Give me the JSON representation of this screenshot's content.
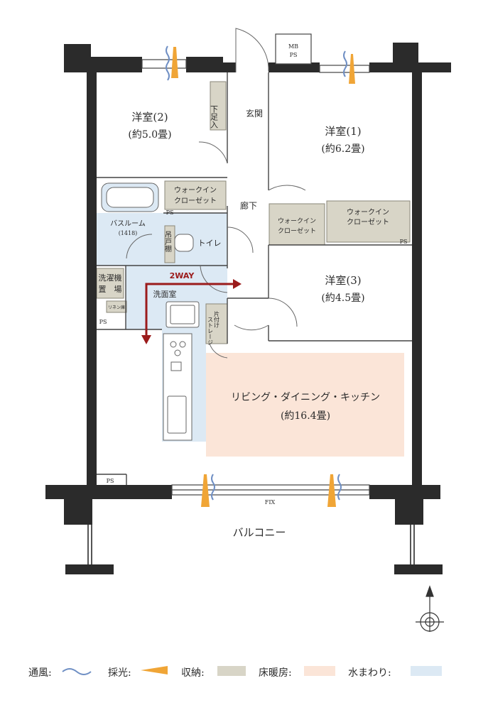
{
  "rooms": {
    "western_2": {
      "name": "洋室(2)",
      "size": "(約5.0畳)"
    },
    "western_1": {
      "name": "洋室(1)",
      "size": "(約6.2畳)"
    },
    "western_3": {
      "name": "洋室(3)",
      "size": "(約4.5畳)"
    },
    "ldk": {
      "name": "リビング・ダイニング・キッチン",
      "size": "(約16.4畳)"
    },
    "entrance": "玄関",
    "shoe_box": "下足入",
    "hallway": "廊下",
    "wic_a": [
      "ウォークイン",
      "クローゼット"
    ],
    "wic_b": [
      "ウォークイン",
      "クローゼット"
    ],
    "wic_c": [
      "ウォークイン",
      "クローゼット"
    ],
    "bathroom": {
      "name": "バスルーム",
      "size": "(1418)"
    },
    "hanging_shelf": "吊戸棚",
    "toilet": "トイレ",
    "washroom": "洗面室",
    "laundry": [
      "洗濯機",
      "置　場"
    ],
    "linen": "リネン庫",
    "storage": [
      "片付け",
      "ストレージ"
    ],
    "balcony": "バルコニー"
  },
  "labels": {
    "mb_ps": [
      "MB",
      "PS"
    ],
    "ps": "PS",
    "fix": "FIX",
    "two_way": "2WAY"
  },
  "legend": [
    {
      "label": "通風:",
      "symbol": "wave-icon"
    },
    {
      "label": "採光:",
      "symbol": "light-icon"
    },
    {
      "label": "収納:",
      "symbol": "storage-swatch"
    },
    {
      "label": "床暖房:",
      "symbol": "floor-heating-swatch"
    },
    {
      "label": "水まわり:",
      "symbol": "water-swatch"
    }
  ],
  "colors": {
    "wall": "#2b2b2b",
    "storage": "#d8d5c7",
    "floor_heating": "#fbe5d8",
    "water": "#dce9f4",
    "accent": "#9b1b1b",
    "light": "#f0a536",
    "wind": "#6f8fc4"
  }
}
